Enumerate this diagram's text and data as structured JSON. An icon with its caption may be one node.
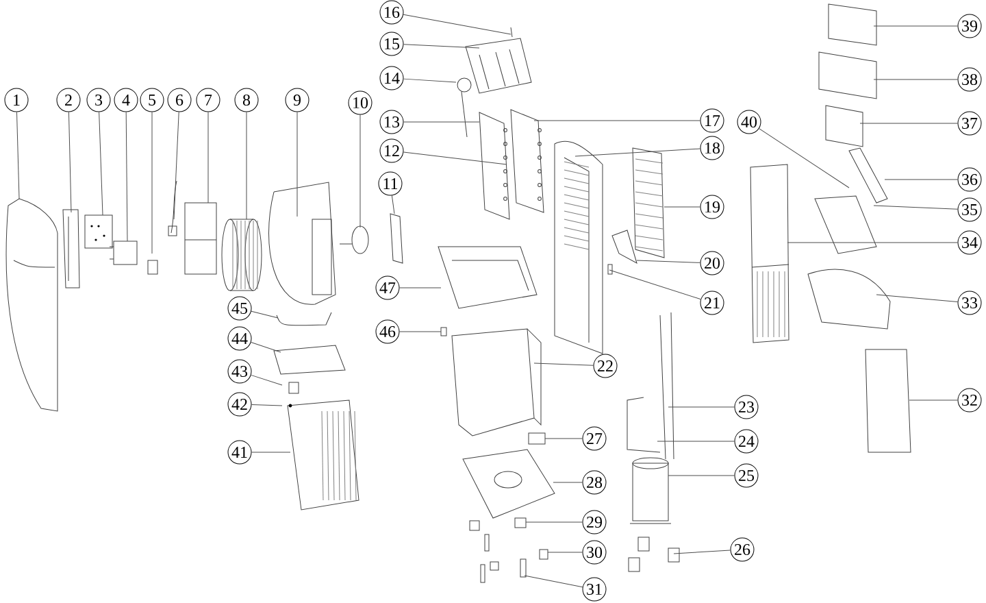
{
  "diagram": {
    "nodes": [
      {
        "text": [
          "1"
        ]
      },
      {
        "text": [
          "2"
        ]
      },
      {
        "text": [
          "3"
        ]
      },
      {
        "text": [
          "4"
        ]
      },
      {
        "text": [
          "5"
        ]
      },
      {
        "text": [
          "6"
        ]
      },
      {
        "text": [
          "7"
        ]
      },
      {
        "text": [
          "8"
        ]
      },
      {
        "text": [
          "9"
        ]
      },
      {
        "text": [
          "10"
        ]
      },
      {
        "text": [
          "11"
        ]
      },
      {
        "text": [
          "12"
        ]
      },
      {
        "text": [
          "13"
        ]
      },
      {
        "text": [
          "14"
        ]
      },
      {
        "text": [
          "15"
        ]
      },
      {
        "text": [
          "16"
        ]
      },
      {
        "text": [
          "17"
        ]
      },
      {
        "text": [
          "18"
        ]
      },
      {
        "text": [
          "19"
        ]
      },
      {
        "text": [
          "20"
        ]
      },
      {
        "text": [
          "21"
        ]
      },
      {
        "text": [
          "22"
        ]
      },
      {
        "text": [
          "23"
        ]
      },
      {
        "text": [
          "24"
        ]
      },
      {
        "text": [
          "25"
        ]
      },
      {
        "text": [
          "26"
        ]
      },
      {
        "text": [
          "27"
        ]
      },
      {
        "text": [
          "28"
        ]
      },
      {
        "text": [
          "29"
        ]
      },
      {
        "text": [
          "30"
        ]
      },
      {
        "text": [
          "31"
        ]
      },
      {
        "text": [
          "32"
        ]
      },
      {
        "text": [
          "33"
        ]
      },
      {
        "text": [
          "34"
        ]
      },
      {
        "text": [
          "35"
        ]
      },
      {
        "text": [
          "36"
        ]
      },
      {
        "text": [
          "37"
        ]
      },
      {
        "text": [
          "38"
        ]
      },
      {
        "text": [
          "39"
        ]
      },
      {
        "text": [
          "40"
        ]
      },
      {
        "text": [
          "41"
        ]
      },
      {
        "text": [
          "42"
        ]
      },
      {
        "text": [
          "43"
        ]
      },
      {
        "text": [
          "44"
        ]
      },
      {
        "text": [
          "45"
        ]
      },
      {
        "text": [
          "46"
        ]
      },
      {
        "text": [
          "47"
        ]
      }
    ],
    "edges": [
      {
        "from": 0,
        "to": null,
        "arrow": "none"
      },
      {
        "from": 1,
        "to": null,
        "arrow": "none"
      },
      {
        "from": 2,
        "to": null,
        "arrow": "none"
      },
      {
        "from": 3,
        "to": null,
        "arrow": "none"
      },
      {
        "from": 4,
        "to": null,
        "arrow": "none"
      },
      {
        "from": 5,
        "to": null,
        "arrow": "none"
      },
      {
        "from": 6,
        "to": null,
        "arrow": "none"
      },
      {
        "from": 7,
        "to": null,
        "arrow": "none"
      },
      {
        "from": 8,
        "to": null,
        "arrow": "none"
      },
      {
        "from": 9,
        "to": null,
        "arrow": "none"
      },
      {
        "from": 10,
        "to": null,
        "arrow": "none"
      },
      {
        "from": 11,
        "to": null,
        "arrow": "none"
      },
      {
        "from": 12,
        "to": null,
        "arrow": "none"
      },
      {
        "from": 13,
        "to": null,
        "arrow": "none"
      },
      {
        "from": 14,
        "to": null,
        "arrow": "none"
      },
      {
        "from": 15,
        "to": null,
        "arrow": "none"
      },
      {
        "from": 16,
        "to": null,
        "arrow": "none"
      },
      {
        "from": 17,
        "to": null,
        "arrow": "none"
      },
      {
        "from": 18,
        "to": null,
        "arrow": "none"
      },
      {
        "from": 19,
        "to": null,
        "arrow": "none"
      },
      {
        "from": 20,
        "to": null,
        "arrow": "none"
      },
      {
        "from": 21,
        "to": null,
        "arrow": "none"
      },
      {
        "from": 22,
        "to": null,
        "arrow": "none"
      },
      {
        "from": 23,
        "to": null,
        "arrow": "none"
      },
      {
        "from": 24,
        "to": null,
        "arrow": "none"
      },
      {
        "from": 25,
        "to": null,
        "arrow": "none"
      },
      {
        "from": 26,
        "to": null,
        "arrow": "none"
      },
      {
        "from": 27,
        "to": null,
        "arrow": "none"
      },
      {
        "from": 28,
        "to": null,
        "arrow": "none"
      },
      {
        "from": 29,
        "to": null,
        "arrow": "none"
      },
      {
        "from": 30,
        "to": null,
        "arrow": "none"
      },
      {
        "from": 31,
        "to": null,
        "arrow": "none"
      },
      {
        "from": 32,
        "to": null,
        "arrow": "none"
      },
      {
        "from": 33,
        "to": null,
        "arrow": "none"
      },
      {
        "from": 34,
        "to": null,
        "arrow": "none"
      },
      {
        "from": 35,
        "to": null,
        "arrow": "none"
      },
      {
        "from": 36,
        "to": null,
        "arrow": "none"
      },
      {
        "from": 37,
        "to": null,
        "arrow": "none"
      },
      {
        "from": 38,
        "to": null,
        "arrow": "none"
      },
      {
        "from": 39,
        "to": null,
        "arrow": "none"
      },
      {
        "from": 40,
        "to": null,
        "arrow": "none"
      },
      {
        "from": 41,
        "to": null,
        "arrow": "none"
      },
      {
        "from": 42,
        "to": null,
        "arrow": "none"
      },
      {
        "from": 43,
        "to": null,
        "arrow": "none"
      },
      {
        "from": 44,
        "to": null,
        "arrow": "none"
      },
      {
        "from": 45,
        "to": null,
        "arrow": "none"
      },
      {
        "from": 46,
        "to": null,
        "arrow": "none"
      }
    ]
  }
}
